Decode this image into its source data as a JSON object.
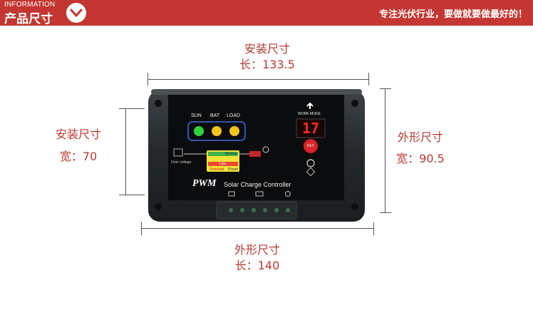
{
  "header": {
    "info_label": "INFORMATION",
    "title": "产品尺寸",
    "slogan": "专注光伏行业，要做就要做最好的！",
    "icon": "chevron-down-icon"
  },
  "dimensions": {
    "mounting": {
      "length_label": "安装尺寸",
      "length_value": "长：133.5",
      "width_label": "安装尺寸",
      "width_value": "宽：70"
    },
    "outer": {
      "width_label": "外形尺寸",
      "width_value": "宽：90.5",
      "length_label": "外形尺寸",
      "length_value": "长：140"
    }
  },
  "device": {
    "indicators": [
      "SUN",
      "BAT",
      "LOAD"
    ],
    "work_mode_label": "WORK MODE",
    "display_value": "17",
    "key_label": "KEY",
    "brand": "PWM",
    "model": "Solar Charge Controller",
    "status_labels": [
      "Over voltage",
      "Normal",
      "Low",
      "Overload",
      "Power"
    ],
    "colors": {
      "header_red": "#c33631",
      "dimension_text": "#b83b33",
      "led_green": "#2fd13b",
      "led_yellow": "#f6c31b",
      "display_red": "#ff2a1e"
    }
  }
}
